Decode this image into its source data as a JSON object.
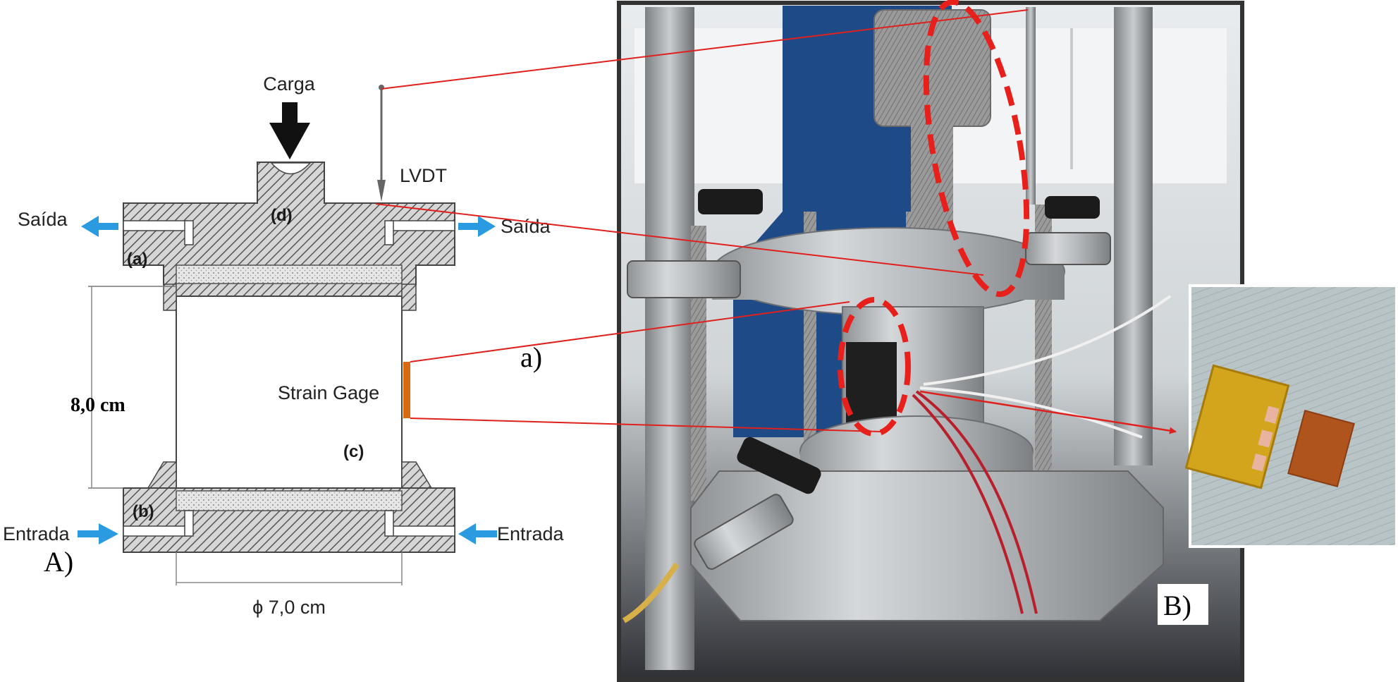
{
  "diagram": {
    "load_label": "Carga",
    "lvdt_label": "LVDT",
    "outlet_left": "Saída",
    "outlet_right": "Saída",
    "inlet_left": "Entrada",
    "inlet_right": "Entrada",
    "part_a": "(a)",
    "part_b": "(b)",
    "part_c": "(c)",
    "part_d": "(d)",
    "strain_gage_label": "Strain Gage",
    "height_label": "8,0 cm",
    "diameter_label": "ϕ 7,0 cm",
    "panel_a_label": "A)",
    "panel_b_label": "B)",
    "sub_a_label": "a)"
  },
  "colors": {
    "hatch": "#555555",
    "connector_line": "#e0201c",
    "highlight_dash": "#e8201c",
    "arrow_blue": "#2a9be0",
    "strain_gage": "#d9690f"
  }
}
